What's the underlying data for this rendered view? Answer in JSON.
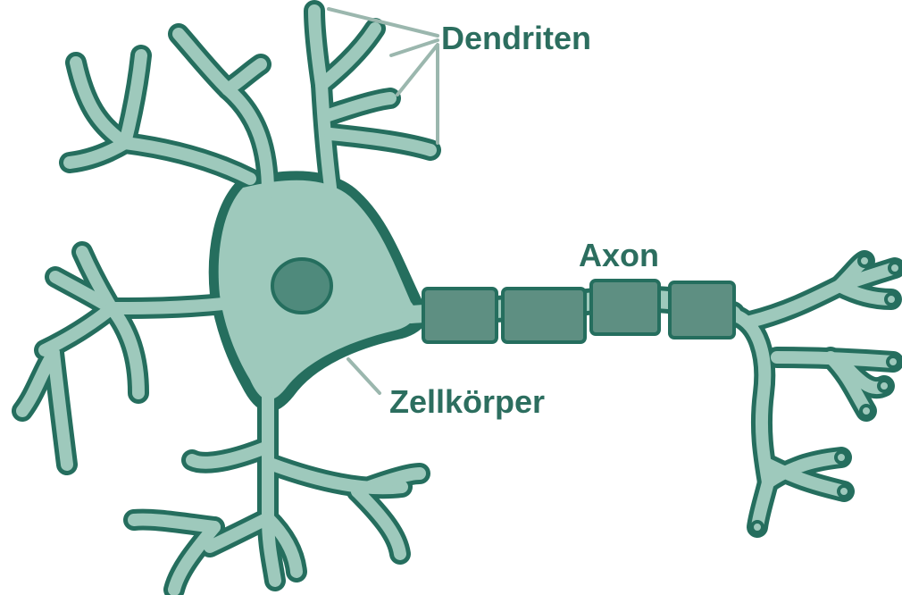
{
  "labels": {
    "dendrites": "Dendriten",
    "axon": "Axon",
    "cell_body": "Zellkörper"
  },
  "colors": {
    "fill": "#9ec9bc",
    "outline": "#256e5e",
    "nucleus": "#4f8a7c",
    "myelin": "#5e8f82",
    "leader": "#9bb7ae",
    "label": "#2c6e5f"
  }
}
